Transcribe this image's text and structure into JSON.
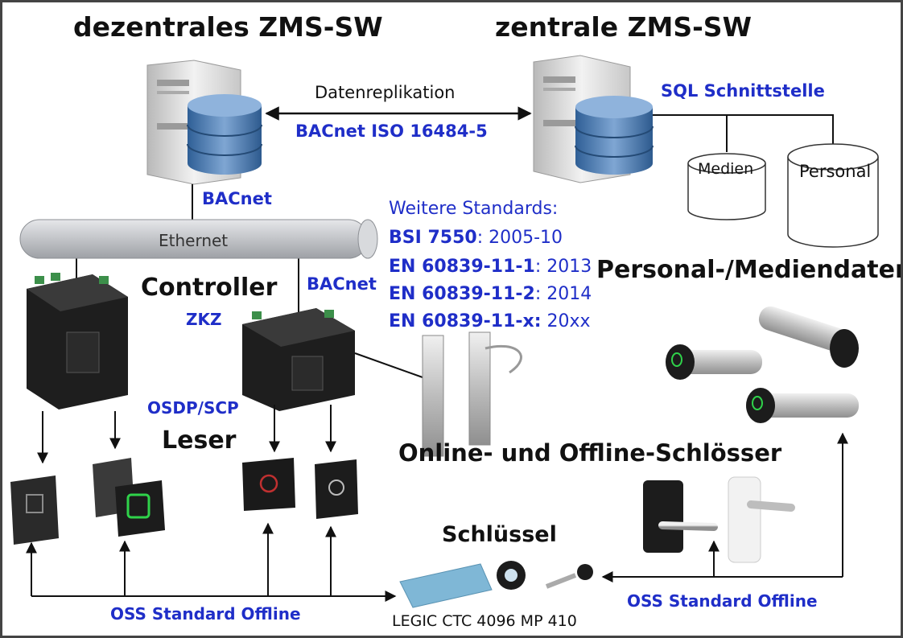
{
  "titles": {
    "dezentral": "dezentrales ZMS-SW",
    "zentral": "zentrale ZMS-SW",
    "controller": "Controller",
    "leser": "Leser",
    "personal_medien": "Personal-/Mediendaten",
    "schloesser": "Online- und Offline-Schlösser",
    "schluessel": "Schlüssel"
  },
  "labels": {
    "datenreplikation": "Datenreplikation",
    "bacnet_iso": "BACnet ISO 16484-5",
    "sql": "SQL Schnittstelle",
    "medien": "Medien",
    "personal": "Personal",
    "bacnet_left": "BACnet",
    "bacnet_right": "BACnet",
    "ethernet": "Ethernet",
    "zkz": "ZKZ",
    "osdp": "OSDP/SCP",
    "oss_left": "OSS Standard Offline",
    "oss_right": "OSS Standard Offline",
    "legic": "LEGIC CTC 4096 MP 410"
  },
  "standards": {
    "heading": "Weitere Standards:",
    "items": [
      {
        "name": "BSI 7550",
        "value": ": 2005-10"
      },
      {
        "name": "EN 60839-11-1",
        "value": ": 2013"
      },
      {
        "name": "EN 60839-11-2",
        "value": ": 2014"
      },
      {
        "name": "EN 60839-11-x:",
        "value": " 20xx"
      }
    ]
  },
  "colors": {
    "blue_text": "#1f2ec8",
    "line": "#111111",
    "db_blue": "#4f81bd",
    "pipe_gray": "#c9cbcf",
    "device_dark": "#1c1c1c",
    "reader_green": "#2fd24a",
    "key_card_blue": "#7fb7d6"
  }
}
